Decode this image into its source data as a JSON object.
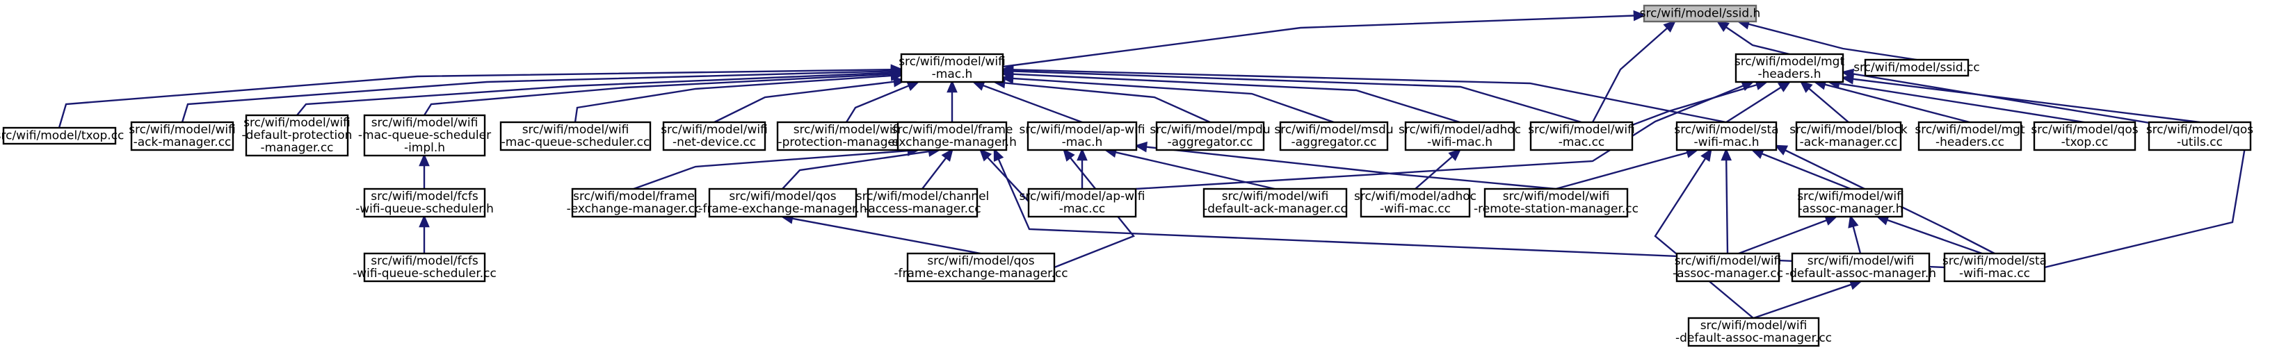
{
  "graph": {
    "colors": {
      "edge": "#191970",
      "root_fill": "#bfbfbf",
      "node_fill": "#ffffff",
      "node_stroke": "#000000"
    },
    "nodes": [
      {
        "id": "n0",
        "lines": [
          "src/wifi/model/ssid.h"
        ],
        "root": true
      },
      {
        "id": "n1",
        "lines": [
          "src/wifi/model/wifi",
          "-mac.h"
        ]
      },
      {
        "id": "n2",
        "lines": [
          "src/wifi/model/mgt",
          "-headers.h"
        ]
      },
      {
        "id": "n3",
        "lines": [
          "src/wifi/model/ssid.cc"
        ]
      },
      {
        "id": "n4",
        "lines": [
          "src/wifi/model/txop.cc"
        ]
      },
      {
        "id": "n5",
        "lines": [
          "src/wifi/model/wifi",
          "-ack-manager.cc"
        ]
      },
      {
        "id": "n6",
        "lines": [
          "src/wifi/model/wifi",
          "-default-protection",
          "-manager.cc"
        ]
      },
      {
        "id": "n7",
        "lines": [
          "src/wifi/model/wifi",
          "-mac-queue-scheduler",
          "-impl.h"
        ]
      },
      {
        "id": "n8",
        "lines": [
          "src/wifi/model/wifi",
          "-mac-queue-scheduler.cc"
        ]
      },
      {
        "id": "n9",
        "lines": [
          "src/wifi/model/wifi",
          "-net-device.cc"
        ]
      },
      {
        "id": "n10",
        "lines": [
          "src/wifi/model/wifi",
          "-protection-manager.cc"
        ]
      },
      {
        "id": "n11",
        "lines": [
          "src/wifi/model/frame",
          "-exchange-manager.h"
        ]
      },
      {
        "id": "n12",
        "lines": [
          "src/wifi/model/ap-wifi",
          "-mac.h"
        ]
      },
      {
        "id": "n13",
        "lines": [
          "src/wifi/model/mpdu",
          "-aggregator.cc"
        ]
      },
      {
        "id": "n14",
        "lines": [
          "src/wifi/model/msdu",
          "-aggregator.cc"
        ]
      },
      {
        "id": "n15",
        "lines": [
          "src/wifi/model/adhoc",
          "-wifi-mac.h"
        ]
      },
      {
        "id": "n16",
        "lines": [
          "src/wifi/model/wifi",
          "-mac.cc"
        ]
      },
      {
        "id": "n17",
        "lines": [
          "src/wifi/model/sta",
          "-wifi-mac.h"
        ]
      },
      {
        "id": "n18",
        "lines": [
          "src/wifi/model/block",
          "-ack-manager.cc"
        ]
      },
      {
        "id": "n19",
        "lines": [
          "src/wifi/model/mgt",
          "-headers.cc"
        ]
      },
      {
        "id": "n20",
        "lines": [
          "src/wifi/model/qos",
          "-txop.cc"
        ]
      },
      {
        "id": "n21",
        "lines": [
          "src/wifi/model/qos",
          "-utils.cc"
        ]
      },
      {
        "id": "n22",
        "lines": [
          "src/wifi/model/fcfs",
          "-wifi-queue-scheduler.h"
        ]
      },
      {
        "id": "n23",
        "lines": [
          "src/wifi/model/fcfs",
          "-wifi-queue-scheduler.cc"
        ]
      },
      {
        "id": "n24",
        "lines": [
          "src/wifi/model/frame",
          "-exchange-manager.cc"
        ]
      },
      {
        "id": "n25",
        "lines": [
          "src/wifi/model/qos",
          "-frame-exchange-manager.h"
        ]
      },
      {
        "id": "n26",
        "lines": [
          "src/wifi/model/channel",
          "-access-manager.cc"
        ]
      },
      {
        "id": "n27",
        "lines": [
          "src/wifi/model/ap-wifi",
          "-mac.cc"
        ]
      },
      {
        "id": "n28",
        "lines": [
          "src/wifi/model/wifi",
          "-default-ack-manager.cc"
        ]
      },
      {
        "id": "n29",
        "lines": [
          "src/wifi/model/adhoc",
          "-wifi-mac.cc"
        ]
      },
      {
        "id": "n30",
        "lines": [
          "src/wifi/model/wifi",
          "-remote-station-manager.cc"
        ]
      },
      {
        "id": "n31",
        "lines": [
          "src/wifi/model/wifi",
          "-assoc-manager.h"
        ]
      },
      {
        "id": "n32",
        "lines": [
          "src/wifi/model/qos",
          "-frame-exchange-manager.cc"
        ]
      },
      {
        "id": "n33",
        "lines": [
          "src/wifi/model/wifi",
          "-assoc-manager.cc"
        ]
      },
      {
        "id": "n34",
        "lines": [
          "src/wifi/model/wifi",
          "-default-assoc-manager.h"
        ]
      },
      {
        "id": "n35",
        "lines": [
          "src/wifi/model/sta",
          "-wifi-mac.cc"
        ]
      },
      {
        "id": "n36",
        "lines": [
          "src/wifi/model/wifi",
          "-default-assoc-manager.cc"
        ]
      }
    ],
    "edges": [
      [
        "n0",
        "n1"
      ],
      [
        "n0",
        "n2"
      ],
      [
        "n0",
        "n3"
      ],
      [
        "n0",
        "n16"
      ],
      [
        "n1",
        "n4"
      ],
      [
        "n1",
        "n5"
      ],
      [
        "n1",
        "n6"
      ],
      [
        "n1",
        "n7"
      ],
      [
        "n1",
        "n8"
      ],
      [
        "n1",
        "n9"
      ],
      [
        "n1",
        "n10"
      ],
      [
        "n1",
        "n11"
      ],
      [
        "n1",
        "n12"
      ],
      [
        "n1",
        "n13"
      ],
      [
        "n1",
        "n14"
      ],
      [
        "n1",
        "n15"
      ],
      [
        "n1",
        "n16"
      ],
      [
        "n1",
        "n17"
      ],
      [
        "n2",
        "n16"
      ],
      [
        "n2",
        "n17"
      ],
      [
        "n2",
        "n18"
      ],
      [
        "n2",
        "n19"
      ],
      [
        "n2",
        "n20"
      ],
      [
        "n2",
        "n21"
      ],
      [
        "n2",
        "n27"
      ],
      [
        "n2",
        "n35"
      ],
      [
        "n7",
        "n22"
      ],
      [
        "n22",
        "n23"
      ],
      [
        "n11",
        "n24"
      ],
      [
        "n11",
        "n25"
      ],
      [
        "n11",
        "n26"
      ],
      [
        "n11",
        "n27"
      ],
      [
        "n11",
        "n35"
      ],
      [
        "n12",
        "n27"
      ],
      [
        "n12",
        "n28"
      ],
      [
        "n12",
        "n30"
      ],
      [
        "n12",
        "n32"
      ],
      [
        "n15",
        "n29"
      ],
      [
        "n25",
        "n32"
      ],
      [
        "n17",
        "n30"
      ],
      [
        "n17",
        "n31"
      ],
      [
        "n17",
        "n33"
      ],
      [
        "n17",
        "n35"
      ],
      [
        "n17",
        "n36"
      ],
      [
        "n31",
        "n33"
      ],
      [
        "n31",
        "n34"
      ],
      [
        "n31",
        "n35"
      ],
      [
        "n34",
        "n36"
      ]
    ]
  }
}
